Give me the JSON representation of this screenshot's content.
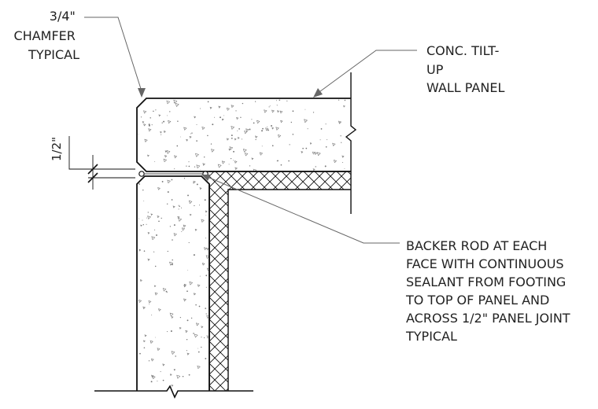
{
  "labels": {
    "chamfer": [
      "3/4\"",
      "CHAMFER",
      "TYPICAL"
    ],
    "panel": [
      "CONC. TILT-",
      "UP",
      "WALL PANEL"
    ],
    "backer": [
      "BACKER ROD AT EACH",
      "FACE WITH CONTINUOUS",
      "SEALANT FROM FOOTING",
      "TO TOP OF PANEL AND",
      "ACROSS 1/2\" PANEL JOINT",
      "TYPICAL"
    ],
    "gap_dimension": "1/2\""
  },
  "colors": {
    "line": "#111111",
    "leader": "#666666",
    "speckle": "#777777"
  }
}
